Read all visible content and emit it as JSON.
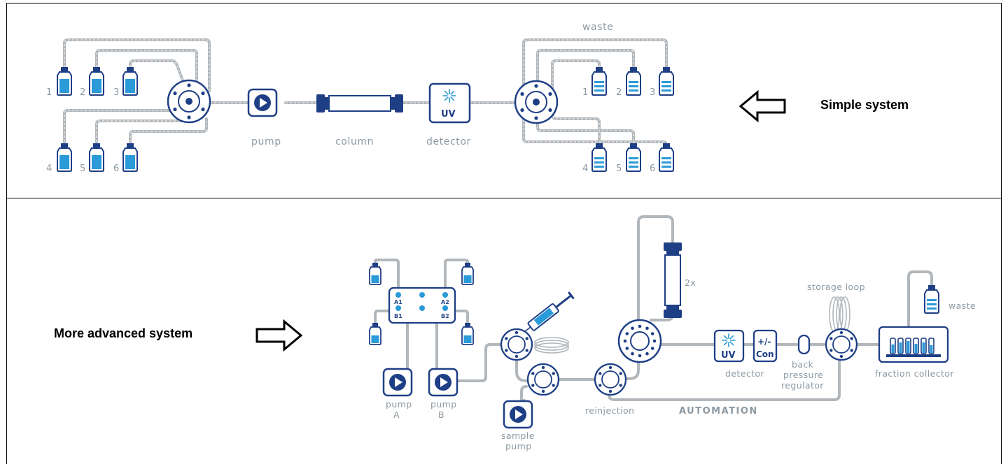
{
  "simple": {
    "caption": "Simple system",
    "pump": "pump",
    "column": "column",
    "detector": "detector",
    "uv": "UV",
    "waste": "waste",
    "bottles_in": [
      "1",
      "2",
      "3",
      "4",
      "5",
      "6"
    ],
    "bottles_out": [
      "1",
      "2",
      "3",
      "4",
      "5",
      "6"
    ]
  },
  "advanced": {
    "caption": "More advanced system",
    "ports": [
      "A1",
      "B1",
      "A2",
      "B2"
    ],
    "pump_a": [
      "pump",
      "A"
    ],
    "pump_b": [
      "pump",
      "B"
    ],
    "sample_pump": [
      "sample",
      "pump"
    ],
    "reinjection": "reinjection",
    "automation": "AUTOMATION",
    "column_count": "2x",
    "uv": "UV",
    "con": [
      "+/-",
      "Con"
    ],
    "detector": "detector",
    "bpr": [
      "back",
      "pressure",
      "regulator"
    ],
    "storage_loop": "storage loop",
    "waste": "waste",
    "fraction_collector": "fraction collector"
  },
  "colors": {
    "navy": "#1e3f86",
    "liquid": "#2a9ad8",
    "tubing": "#b2b7bb",
    "label": "#8d9aa3"
  }
}
